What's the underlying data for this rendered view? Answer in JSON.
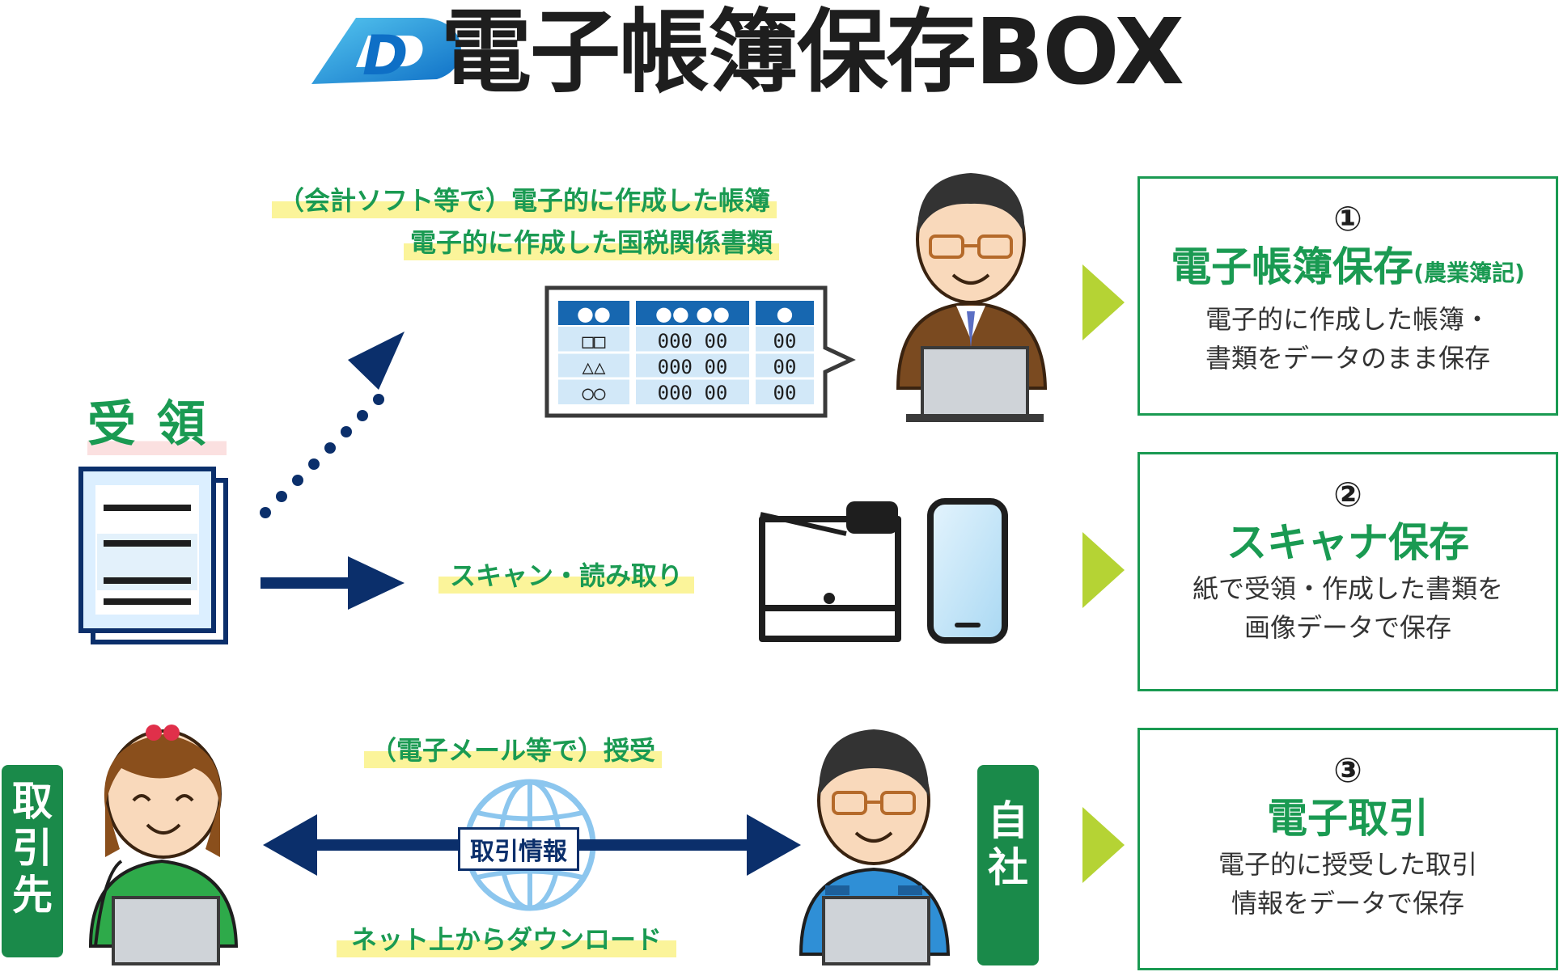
{
  "title": {
    "text": "電子帳簿保存BOX",
    "logo_letter": "D"
  },
  "labels": {
    "top_line1": "（会計ソフト等で）電子的に作成した帳簿",
    "top_line2": "電子的に作成した国税関係書類",
    "receive": "受領",
    "scan": "スキャン・読み取り",
    "email": "（電子メール等で）授受",
    "info_tag": "取引情報",
    "download": "ネット上からダウンロード",
    "partner": "取引先",
    "self": "自社"
  },
  "table": {
    "headers": [
      "●●",
      "●● ●●",
      "●"
    ],
    "rows": [
      [
        "□□",
        "000  00",
        "00"
      ],
      [
        "△△",
        "000  00",
        "00"
      ],
      [
        "○○",
        "000  00",
        "00"
      ]
    ]
  },
  "boxes": [
    {
      "num": "①",
      "head": "電子帳簿保存",
      "head_suffix": "(農業簿記)",
      "desc1": "電子的に作成した帳簿・",
      "desc2": "書類をデータのまま保存"
    },
    {
      "num": "②",
      "head": "スキャナ保存",
      "head_suffix": "",
      "desc1": "紙で受領・作成した書類を",
      "desc2": "画像データで保存"
    },
    {
      "num": "③",
      "head": "電子取引",
      "head_suffix": "",
      "desc1": "電子的に授受した取引",
      "desc2": "情報をデータで保存"
    }
  ],
  "colors": {
    "green": "#1a9a52",
    "navy": "#0b2f6b",
    "lime": "#b5d334",
    "highlight": "#fbf49a"
  }
}
